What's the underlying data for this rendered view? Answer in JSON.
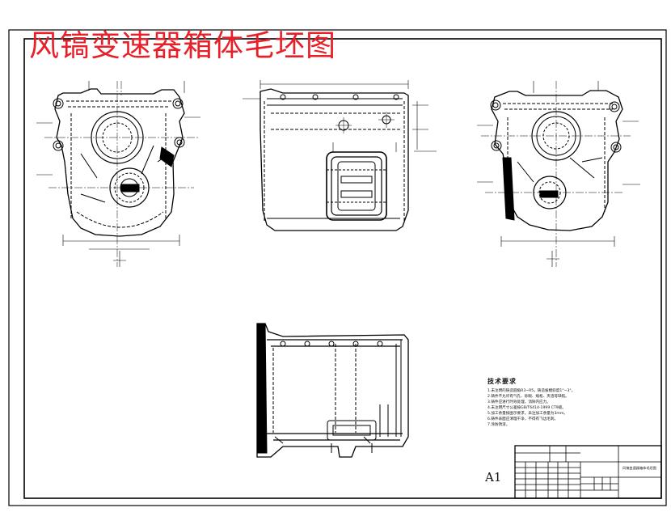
{
  "drawing": {
    "title": "风镐变速器箱体毛坯图",
    "sheet_size": "A1",
    "title_block_name": "风镐变速器箱体毛坯图"
  },
  "tech_notes": {
    "heading": "技术要求",
    "lines": [
      "1.未注明的铸造圆角R3~R5，铸造拔模斜度1°~3°。",
      "2.铸件不允许有气孔、砂眼、缩松、夹渣等缺陷。",
      "3.铸件应进行时效处理，消除内应力。",
      "4.未注明尺寸公差按GB/T6414-1999 CT9级。",
      "5.加工余量按图示要求，未注加工余量为3mm。",
      "6.铸件表面应清理干净，不得有飞边毛刺。",
      "7.涂防锈漆。"
    ]
  }
}
